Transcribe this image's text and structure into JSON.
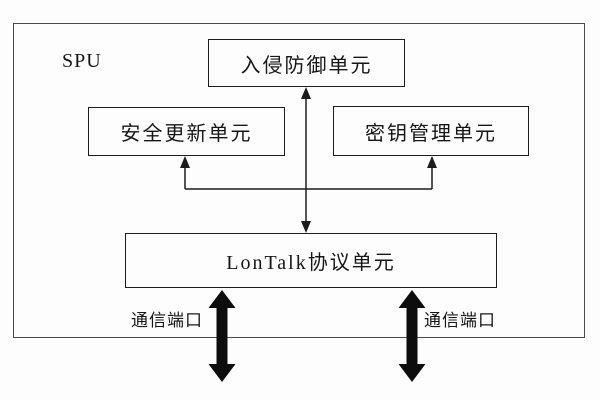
{
  "diagram": {
    "container_label": "SPU",
    "nodes": {
      "intrusion_prevention": "入侵防御单元",
      "security_update": "安全更新单元",
      "key_management": "密钥管理单元",
      "lontalk_protocol": "LonTalk协议单元"
    },
    "ports": {
      "left_label": "通信端口",
      "right_label": "通信端口"
    },
    "colors": {
      "line": "#1c1c1c",
      "outer_border": "#4a4a4a",
      "background": "#fdfdfd",
      "text": "#161616"
    }
  }
}
